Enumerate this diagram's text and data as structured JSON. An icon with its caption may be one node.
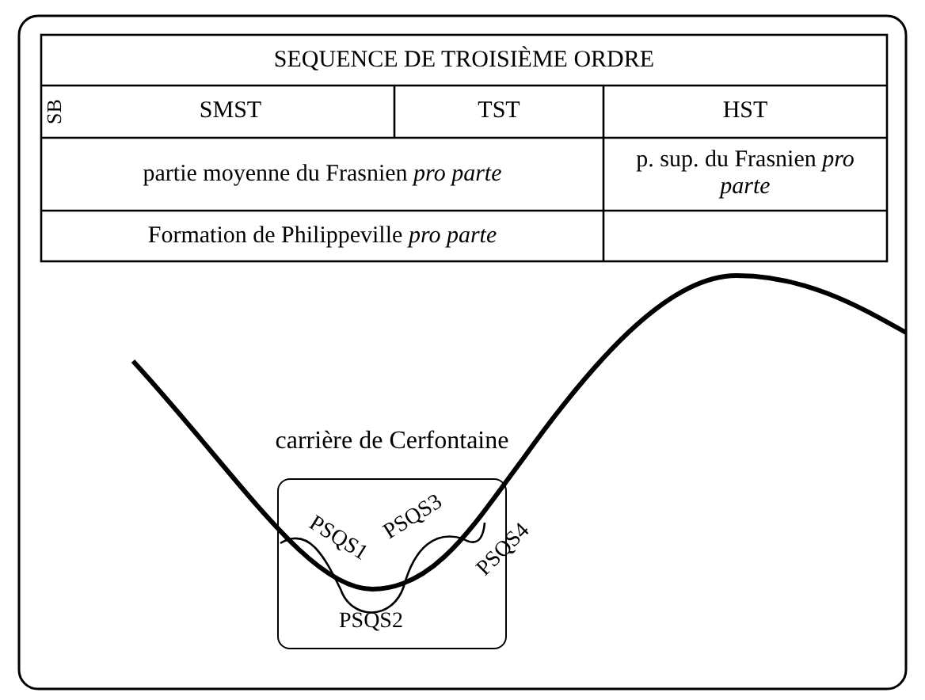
{
  "diagram": {
    "nodes": [
      {
        "text": [
          "carrière de Cerfontaine"
        ]
      }
    ],
    "labels": [
      "SEQUENCE DE TROISIÈME ORDRE",
      "SB",
      "SMST",
      "TST",
      "HST",
      "partie moyenne du Frasnien *pro parte*",
      "p. sup. du Frasnien *pro parte*",
      "Formation de Philippeville *pro parte*",
      "PSQS1",
      "PSQS3",
      "PSQS4",
      "PSQS2"
    ]
  }
}
